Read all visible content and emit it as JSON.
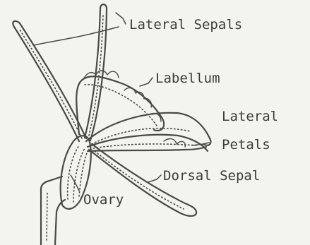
{
  "diagram": {
    "labels": {
      "lateral_sepals": "Lateral Sepals",
      "labellum": "Labellum",
      "lateral_petals_line1": "Lateral",
      "lateral_petals_line2": "Petals",
      "dorsal_sepal": "Dorsal Sepal",
      "ovary": "Ovary"
    }
  }
}
